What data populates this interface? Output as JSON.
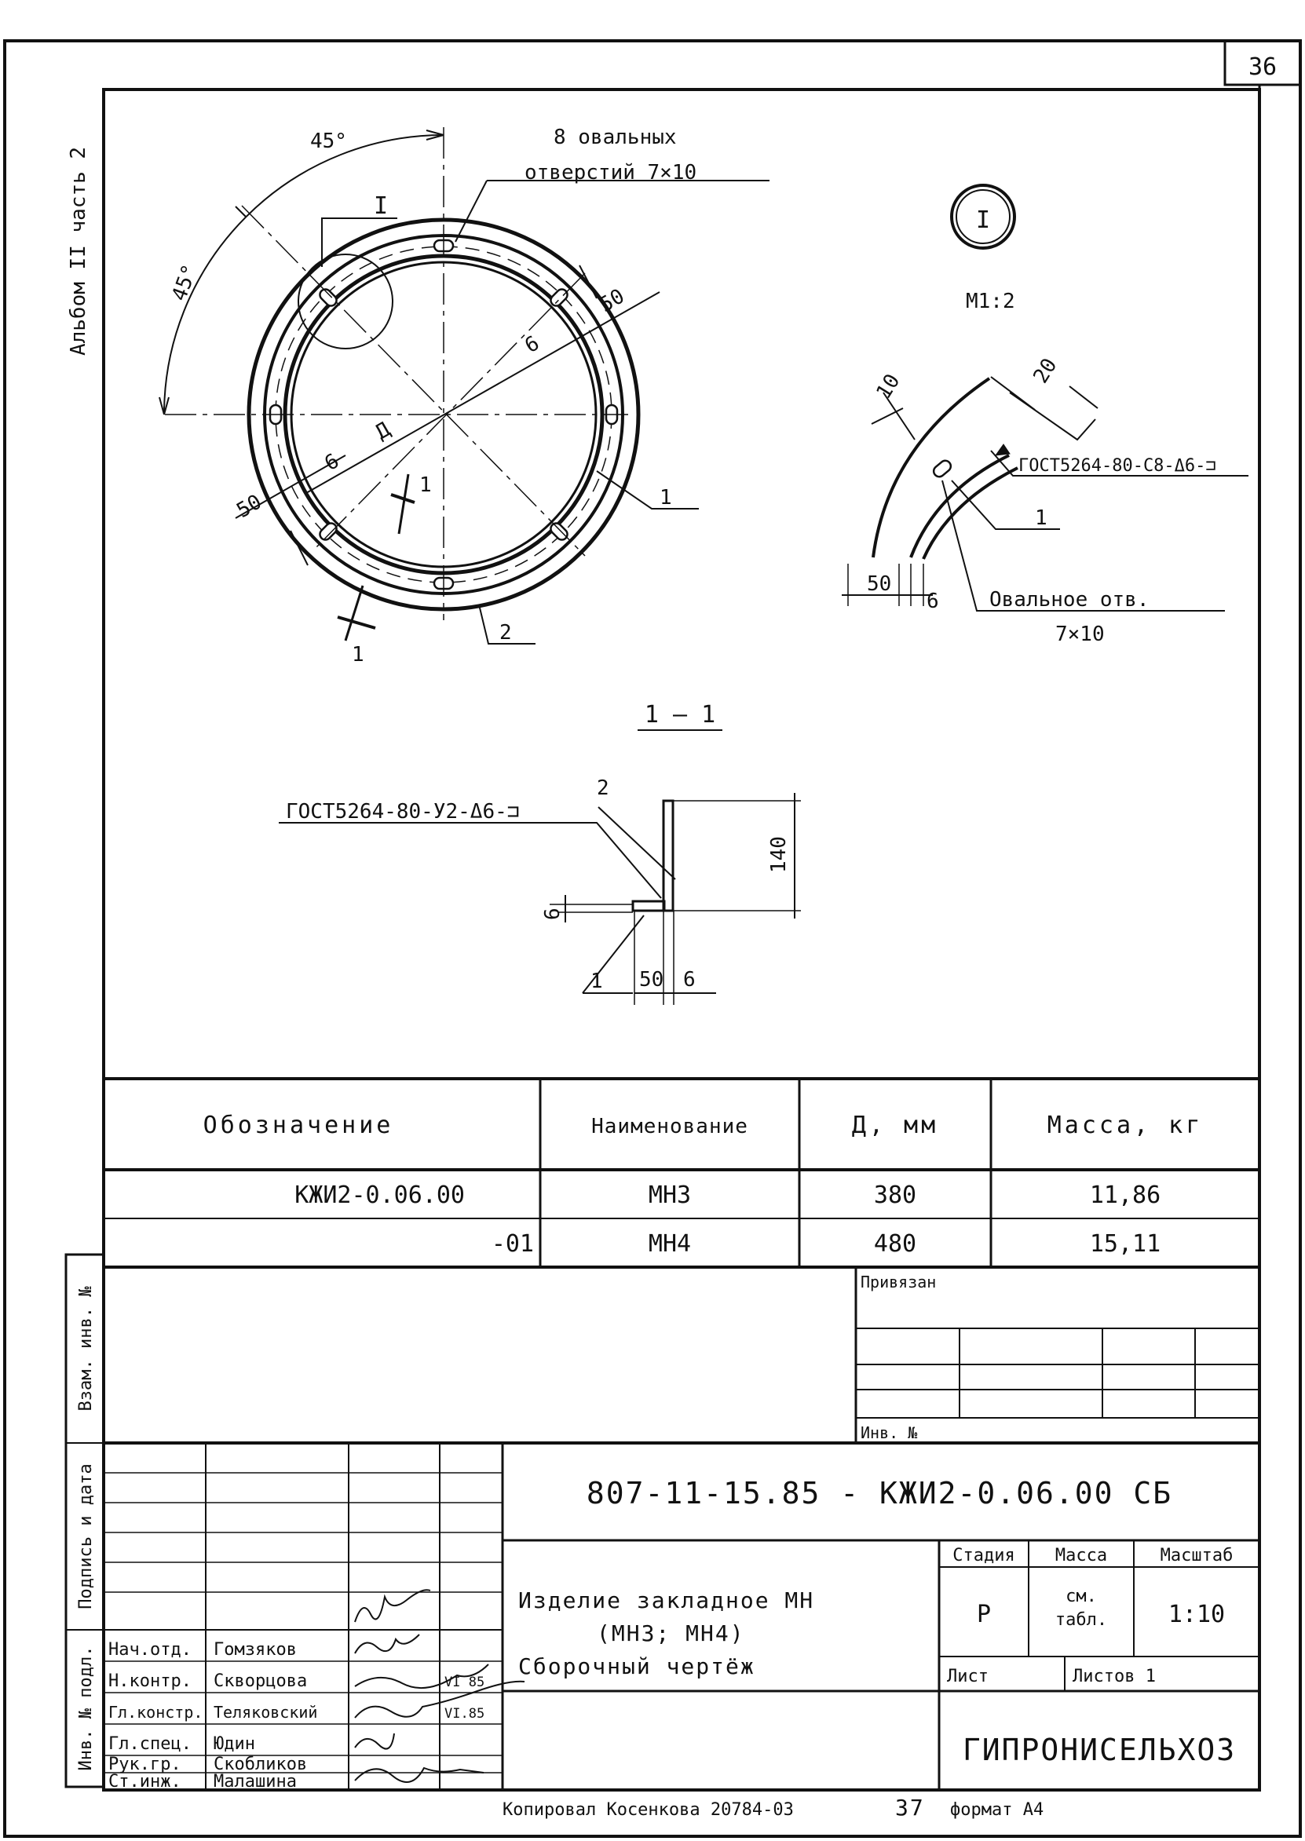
{
  "sheet_number": "36",
  "album_label": "Альбом II часть 2",
  "drawing": {
    "angle_label_top": "45°",
    "angle_label_left": "45°",
    "holes_note_line1": "8 овальных",
    "holes_note_line2": "отверстий 7×10",
    "detail_callout": "I",
    "dim_50_right": "50",
    "dim_6_right": "6",
    "dim_d": "Д",
    "dim_6_left": "6",
    "dim_50_left": "50",
    "section_mark_top": "1",
    "section_mark_bottom": "1",
    "pos_1": "1",
    "pos_2": "2"
  },
  "detail": {
    "marker": "I",
    "scale": "М1:2",
    "dim_10": "10",
    "dim_20": "20",
    "weld_note": "ГОСТ5264-80-С8-Δ6-⊐",
    "pos_1": "1",
    "dim_50": "50",
    "dim_6": "6",
    "oval_line1": "Овальное отв.",
    "oval_line2": "7×10"
  },
  "section": {
    "title": "1 – 1",
    "weld_note": "ГОСТ5264-80-У2-Δ6-⊐",
    "pos_2": "2",
    "pos_1": "1",
    "dim_140": "140",
    "dim_6_left": "6",
    "dim_50": "50",
    "dim_6_bottom": "6"
  },
  "spec_table": {
    "headers": [
      "Обозначение",
      "Наименование",
      "Д, мм",
      "Масса, кг"
    ],
    "rows": [
      [
        "КЖИ2-0.06.00",
        "МН3",
        "380",
        "11,86"
      ],
      [
        "-01",
        "МН4",
        "480",
        "15,11"
      ]
    ]
  },
  "binding_box": {
    "label_top": "Привязан",
    "label_bottom": "Инв. №"
  },
  "side_stamps": [
    "Взам. инв. №",
    "Подпись и дата",
    "Инв. № подл."
  ],
  "title_block": {
    "code": "807-11-15.85 -    КЖИ2-0.06.00 СБ",
    "name_line1": "Изделие закладное МН",
    "name_line2": "(МН3; МН4)",
    "name_line3": "Сборочный чертёж",
    "stage_header": "Стадия",
    "mass_header": "Масса",
    "scale_header": "Масштаб",
    "stage_value": "Р",
    "mass_value_line1": "см.",
    "mass_value_line2": "табл.",
    "scale_value": "1:10",
    "sheet_label": "Лист",
    "sheets_label": "Листов  1",
    "organization": "ГИПРОНИСЕЛЬХОЗ",
    "staff": [
      {
        "role": "Нач.отд.",
        "name": "Гомзяков"
      },
      {
        "role": "Н.контр.",
        "name": "Скворцова",
        "date": "VI 85"
      },
      {
        "role": "Гл.констр.",
        "name": "Теляковский",
        "date": "VI.85"
      },
      {
        "role": "Гл.спец.",
        "name": "Юдин"
      },
      {
        "role": "Рук.гр.",
        "name": "Скобликов"
      },
      {
        "role": "Ст.инж.",
        "name": "Малашина"
      }
    ]
  },
  "footer": {
    "copied": "Копировал  Косенкова 20784-03",
    "page": "37",
    "format": "формат А4"
  }
}
